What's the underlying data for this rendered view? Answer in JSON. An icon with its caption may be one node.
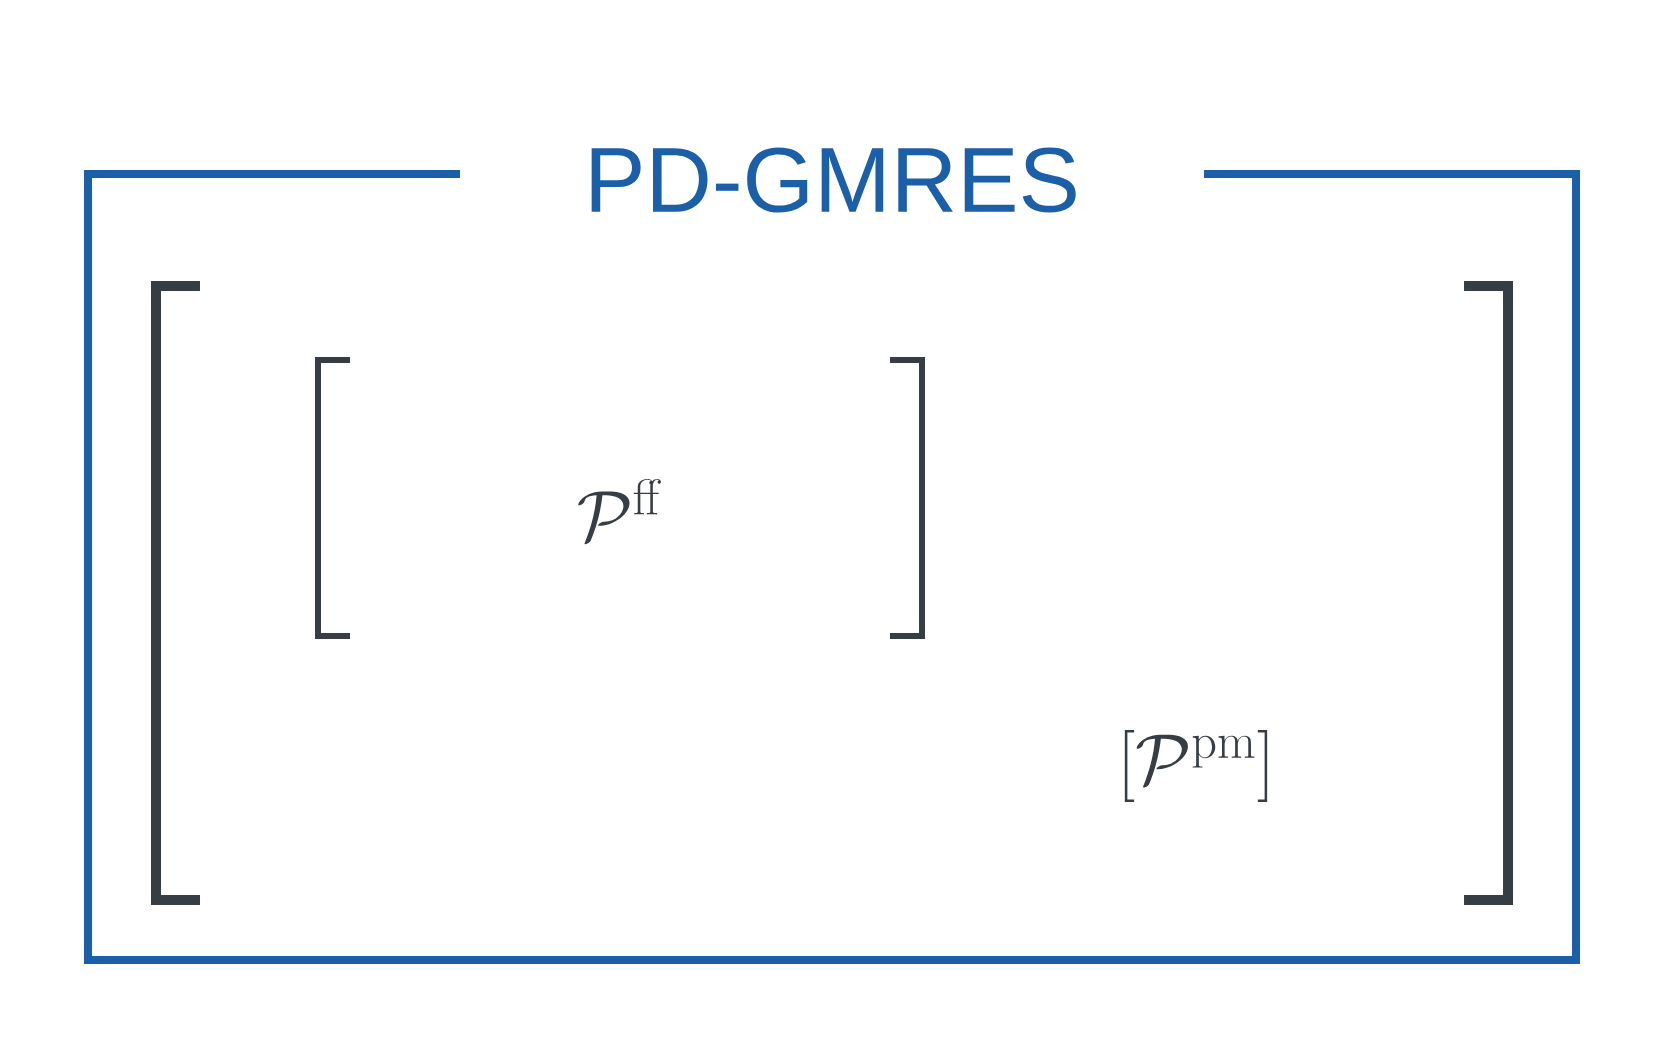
{
  "diagram": {
    "nodes": [
      {
        "text": [
          "PD-GMRES"
        ]
      },
      {
        "text": [
          "\\mathcal{P}^{\\mathrm{ff}}"
        ],
        "in": 0
      },
      {
        "text": [
          "\\left[\\mathcal{P}^{\\mathrm{pm}}\\right]"
        ],
        "in": 0
      }
    ]
  }
}
